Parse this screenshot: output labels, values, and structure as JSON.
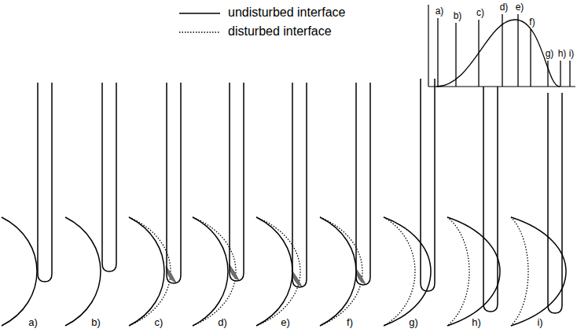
{
  "diagram": {
    "labels": [
      "a)",
      "b)",
      "c)",
      "d)",
      "e)",
      "f)",
      "g)",
      "h)",
      "i)",
      "a)",
      "b)",
      "c)",
      "d)",
      "e)",
      "f)",
      "g)",
      "h)",
      "i)"
    ],
    "legend": [
      {
        "text": "undisturbed interface"
      },
      {
        "text": "disturbed interface"
      }
    ]
  }
}
